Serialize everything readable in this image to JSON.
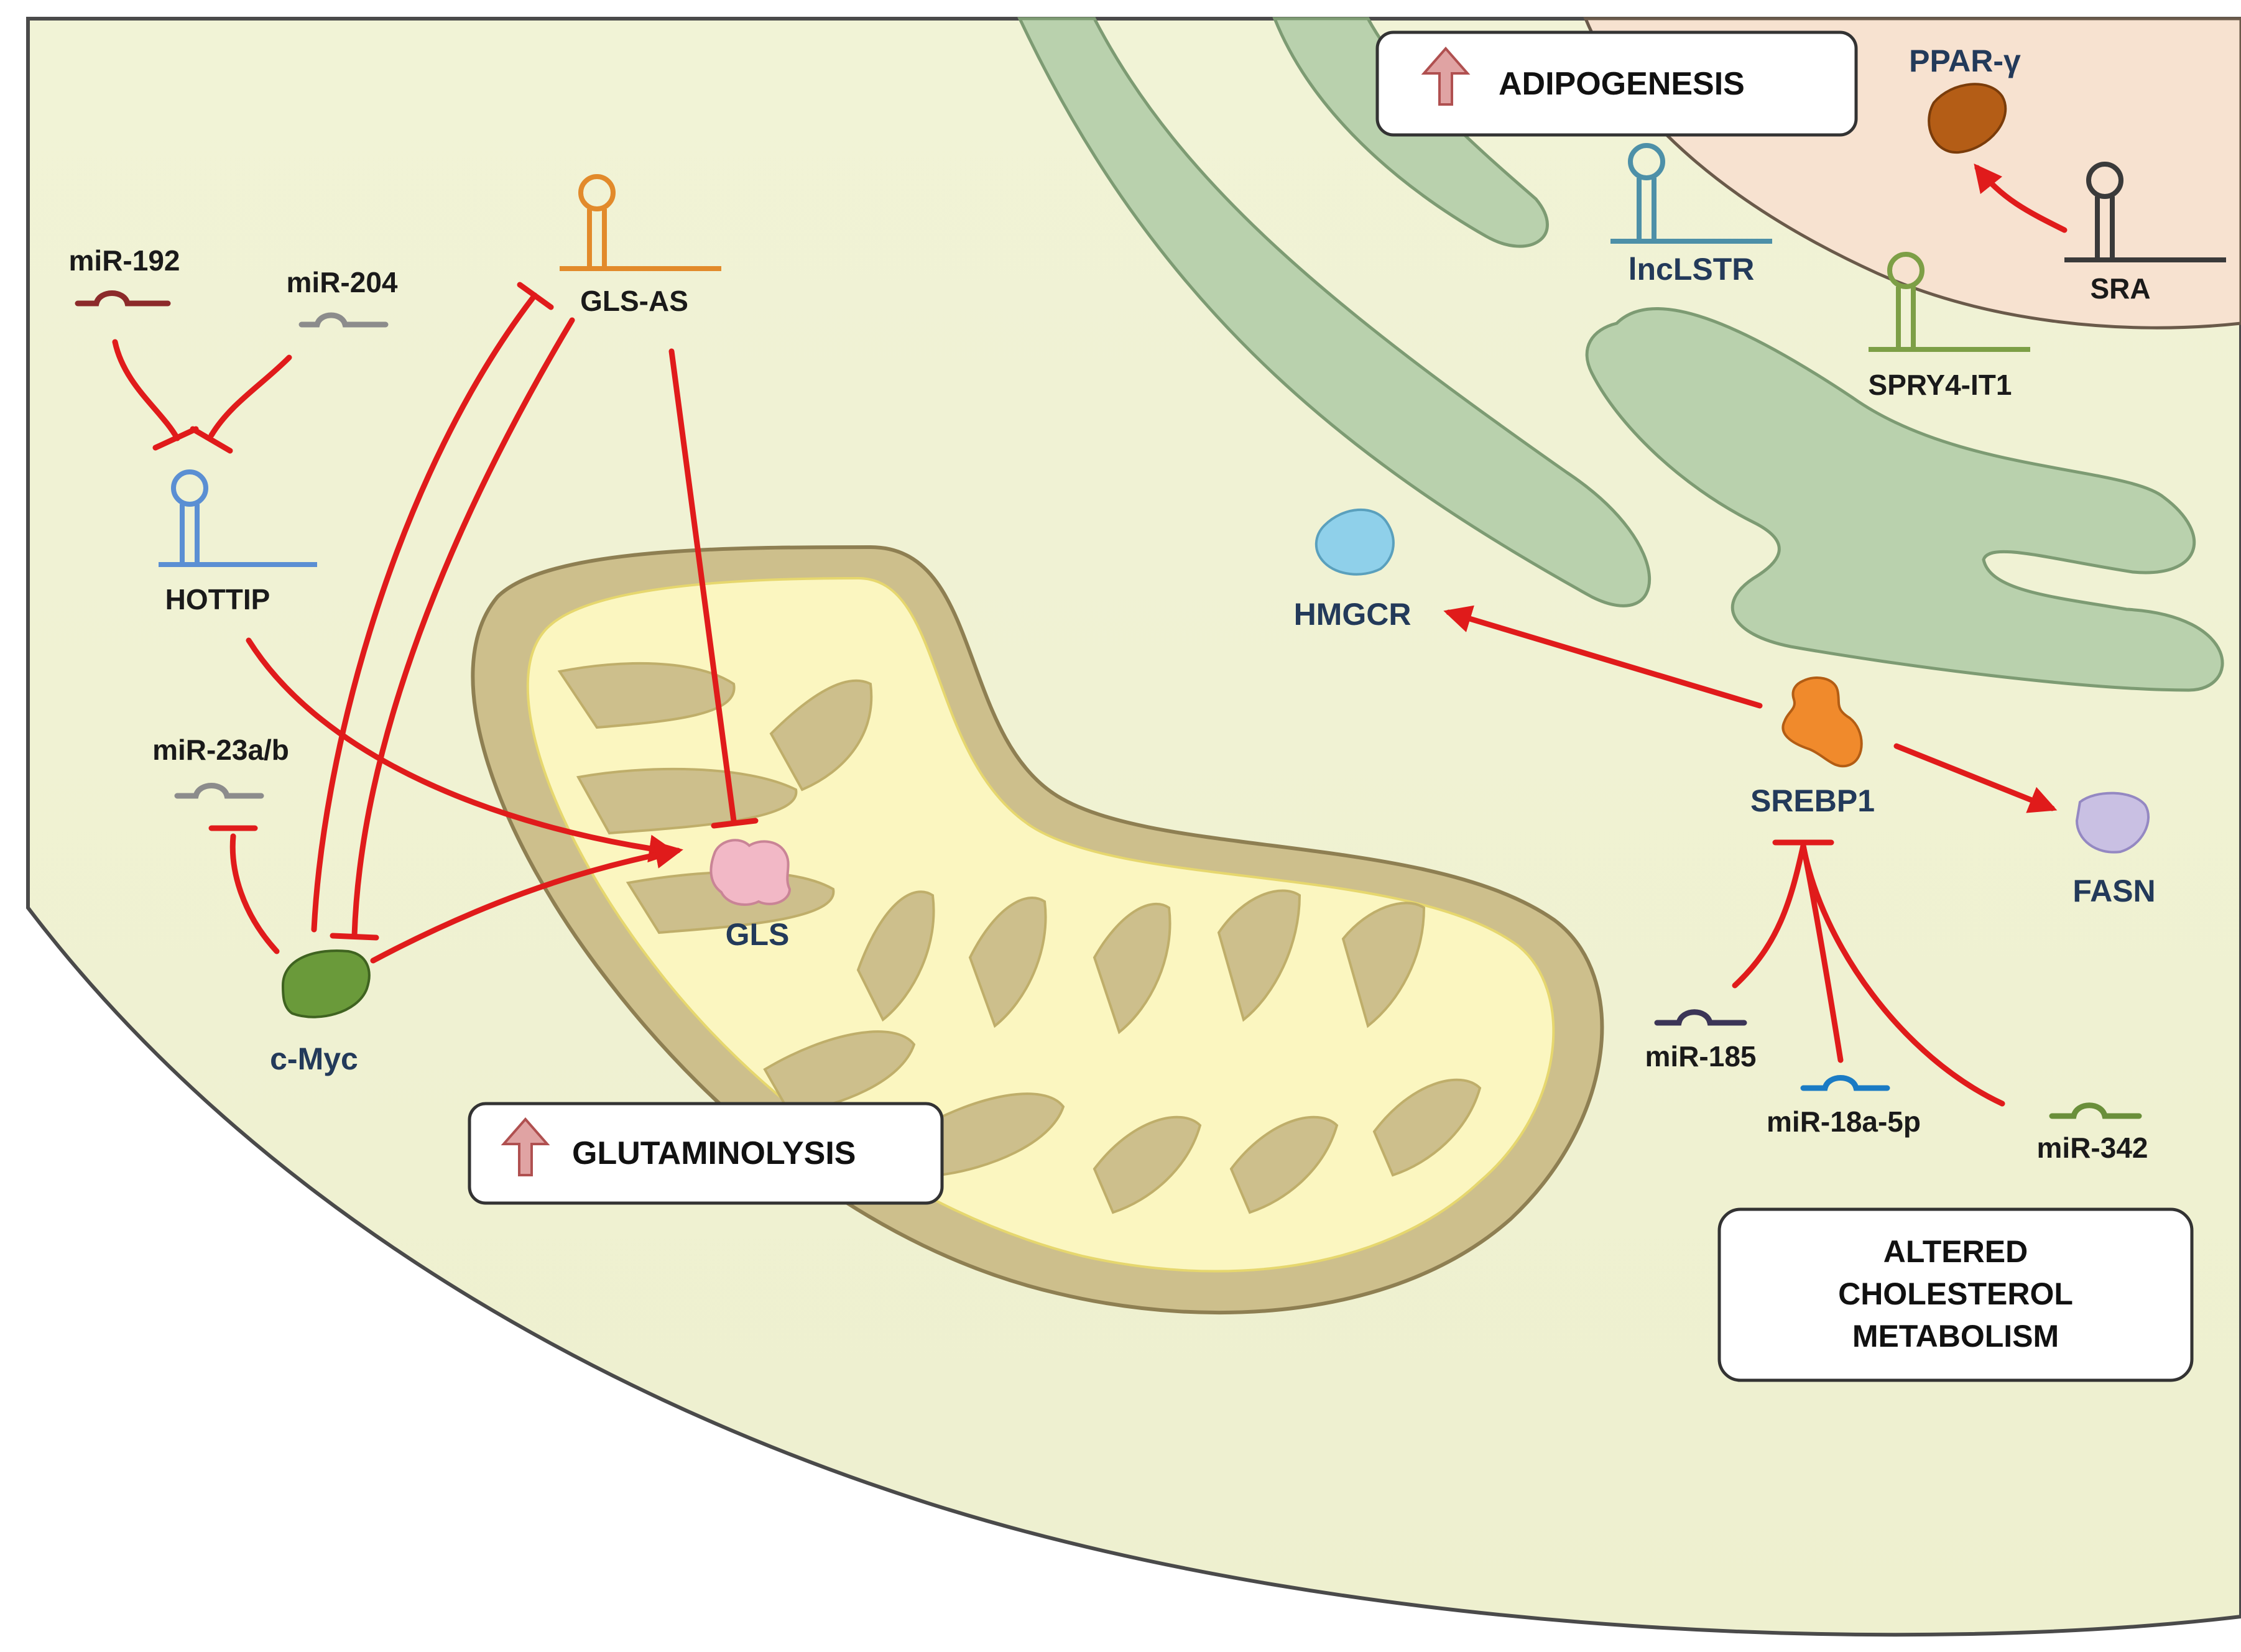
{
  "boxes": {
    "adipogenesis": "ADIPOGENESIS",
    "glutaminolysis": "GLUTAMINOLYSIS",
    "cholesterol": [
      "ALTERED",
      "CHOLESTEROL",
      "METABOLISM"
    ]
  },
  "lncRNAs": {
    "gls_as": "GLS-AS",
    "hottip": "HOTTIP",
    "lnclstr": "lncLSTR",
    "spry4": "SPRY4-IT1",
    "sra": "SRA"
  },
  "mirnas": {
    "mir192": "miR-192",
    "mir204": "miR-204",
    "mir23": "miR-23a/b",
    "mir185": "miR-185",
    "mir18a": "miR-18a-5p",
    "mir342": "miR-342"
  },
  "proteins": {
    "pparg": "PPAR-γ",
    "hmgcr": "HMGCR",
    "srebp1": "SREBP1",
    "fasn": "FASN",
    "gls": "GLS",
    "cmyc": "c-Myc"
  },
  "colors": {
    "cell": "#f3f4d8",
    "er": "#b9d1ad",
    "nucleus": "#f7e2d0",
    "mito_outer": "#cdbf8c",
    "mito_inner": "#fbf6c0",
    "arrow": "#e01b1b"
  }
}
